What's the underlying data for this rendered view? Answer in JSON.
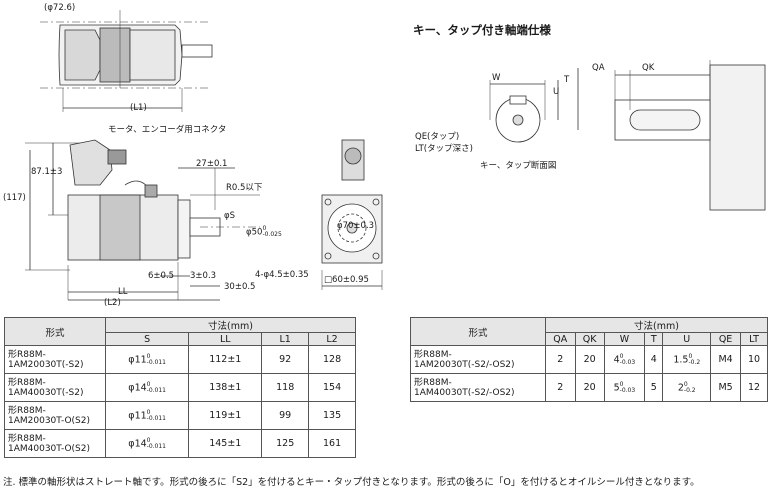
{
  "drawing": {
    "phi_726": "(φ72.6)",
    "l1_paren": "(L1)",
    "connector_label": "モータ、エンコーダ用コネクタ",
    "dim_87": "87.1±3",
    "dim_117": "(117)",
    "dim_27": "27±0.1",
    "r05": "R0.5以下",
    "phi_s": "φS",
    "phi_50": "φ50",
    "phi_50_sup": "0",
    "phi_50_sub": "-0.025",
    "dim_6": "6±0.5",
    "dim_3": "3±0.3",
    "dim_30": "30±0.5",
    "dim_ll": "LL",
    "dim_l2": "(L2)",
    "phi_70": "φ70±0.3",
    "holes": "4-φ4.5±0.35",
    "square60": "□60±0.95"
  },
  "key_spec": {
    "title": "キー、タップ付き軸端仕様",
    "w": "W",
    "t": "T",
    "u": "U",
    "qa": "QA",
    "qk": "QK",
    "qe": "QE(タップ)",
    "lt": "LT(タップ深さ)",
    "section": "キー、タップ断面図"
  },
  "table1": {
    "head_model": "形式",
    "head_dims": "寸法(mm)",
    "cols": [
      "S",
      "LL",
      "L1",
      "L2"
    ],
    "rows": [
      {
        "model_a": "形R88M-",
        "model_b": "1AM20030T(-S2)",
        "s_main": "φ11",
        "s_sup": "0",
        "s_sub": "-0.011",
        "ll": "112±1",
        "l1": "92",
        "l2": "128"
      },
      {
        "model_a": "形R88M-",
        "model_b": "1AM40030T(-S2)",
        "s_main": "φ14",
        "s_sup": "0",
        "s_sub": "-0.011",
        "ll": "138±1",
        "l1": "118",
        "l2": "154"
      },
      {
        "model_a": "形R88M-",
        "model_b": "1AM20030T-O(S2)",
        "s_main": "φ11",
        "s_sup": "0",
        "s_sub": "-0.011",
        "ll": "119±1",
        "l1": "99",
        "l2": "135"
      },
      {
        "model_a": "形R88M-",
        "model_b": "1AM40030T-O(S2)",
        "s_main": "φ14",
        "s_sup": "0",
        "s_sub": "-0.011",
        "ll": "145±1",
        "l1": "125",
        "l2": "161"
      }
    ]
  },
  "table2": {
    "head_model": "形式",
    "head_dims": "寸法(mm)",
    "cols": [
      "QA",
      "QK",
      "W",
      "T",
      "U",
      "QE",
      "LT"
    ],
    "rows": [
      {
        "model_a": "形R88M-",
        "model_b": "1AM20030T(-S2/-OS2)",
        "qa": "2",
        "qk": "20",
        "w_main": "4",
        "w_sup": "0",
        "w_sub": "-0.03",
        "t": "4",
        "u_main": "1.5",
        "u_sup": "0",
        "u_sub": "-0.2",
        "qe": "M4",
        "lt": "10"
      },
      {
        "model_a": "形R88M-",
        "model_b": "1AM40030T(-S2/-OS2)",
        "qa": "2",
        "qk": "20",
        "w_main": "5",
        "w_sup": "0",
        "w_sub": "-0.03",
        "t": "5",
        "u_main": "2",
        "u_sup": "0",
        "u_sub": "-0.2",
        "qe": "M5",
        "lt": "12"
      }
    ]
  },
  "note": "注. 標準の軸形状はストレート軸です。形式の後ろに「S2」を付けるとキー・タップ付きとなります。形式の後ろに「O」を付けるとオイルシール付きとなります。"
}
